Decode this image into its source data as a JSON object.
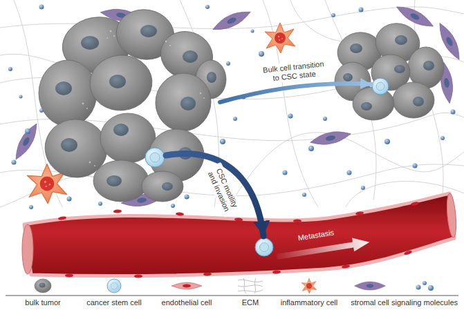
{
  "diagram": {
    "labels": [
      "Bulk cell transition to CSC state",
      "CSC motility and invasion",
      "Metastasis"
    ],
    "legend": [
      {
        "text": "bulk tumor"
      },
      {
        "text": "cancer stem cell"
      },
      {
        "text": "endothelial cell"
      },
      {
        "text": "ECM"
      },
      {
        "text": "inflammatory cell"
      },
      {
        "text": "stromal cell"
      },
      {
        "text": "signaling molecules"
      }
    ]
  }
}
